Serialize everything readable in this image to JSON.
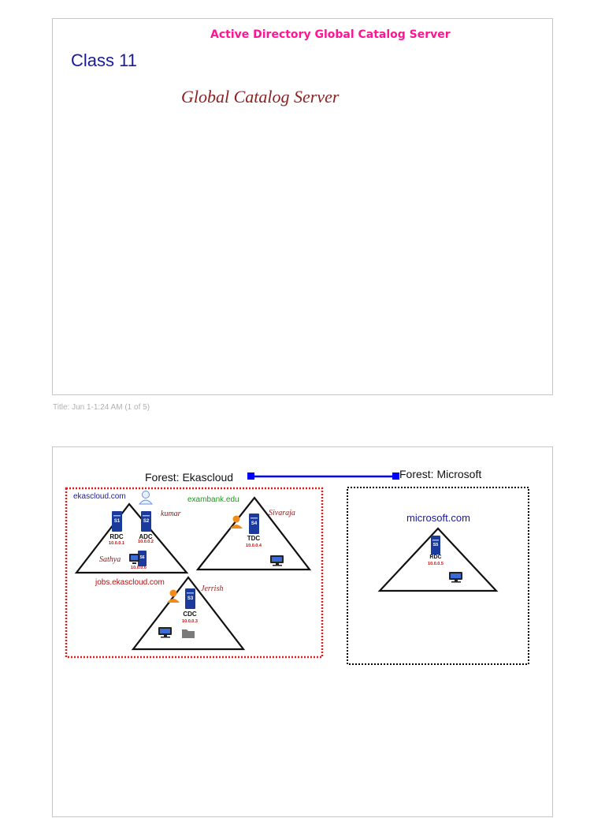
{
  "slide1": {
    "header": "Active Directory Global Catalog Server",
    "class_label": "Class 11",
    "subtitle": "Global Catalog Server"
  },
  "caption": "Title: Jun 1-1:24 AM (1 of 5)",
  "slide2": {
    "forest_ekascloud": "Forest: Ekascloud",
    "forest_microsoft": "Forest: Microsoft",
    "domains": {
      "ekascloud": "ekascloud.com",
      "exambank": "exambank.edu",
      "jobs": "jobs.ekascloud.com",
      "microsoft": "microsoft.com"
    },
    "users": {
      "kumar": "kumar",
      "sivaraja": "Sivaraja",
      "sathya": "Sathya",
      "jerrish": "Jerrish"
    },
    "servers": {
      "s1": {
        "id": "S1",
        "role": "RDC",
        "ip": "10.0.0.1"
      },
      "s2": {
        "id": "S2",
        "role": "ADC",
        "ip": "10.0.0.2"
      },
      "s3": {
        "id": "S3",
        "role": "CDC",
        "ip": "10.0.0.3"
      },
      "s4": {
        "id": "S4",
        "role": "TDC",
        "ip": "10.0.0.4"
      },
      "s5": {
        "id": "S5",
        "role": "RDC",
        "ip": "10.0.0.5"
      },
      "s6": {
        "id": "S6",
        "ip": "10.0.0.6"
      }
    },
    "colors": {
      "forest_ekascloud_border": "#e01a1a",
      "forest_microsoft_border": "#000000",
      "trust_link": "#0000ff",
      "server": "#1a3a9c"
    }
  }
}
